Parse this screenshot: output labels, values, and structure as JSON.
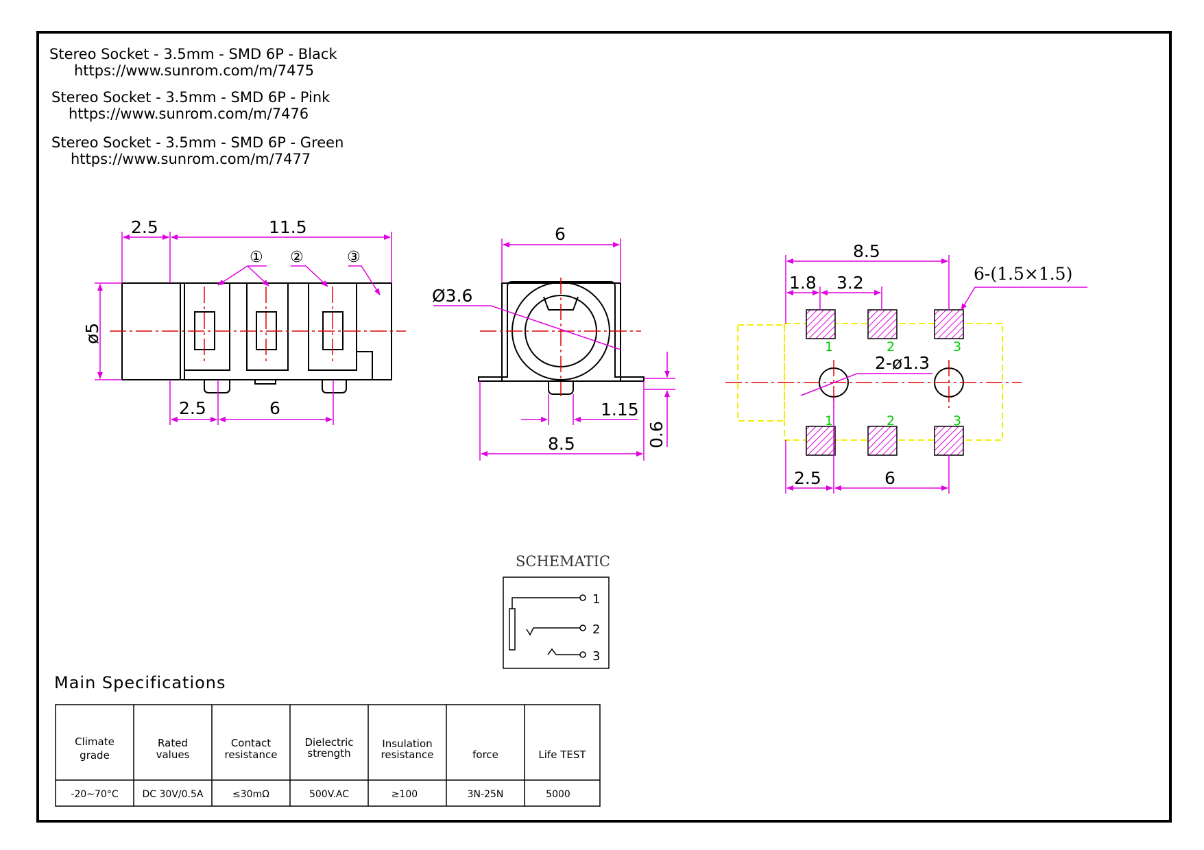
{
  "products": [
    {
      "name": "Stereo Socket - 3.5mm - SMD 6P - Black",
      "url": "https://www.sunrom.com/m/7475"
    },
    {
      "name": "Stereo Socket - 3.5mm - SMD 6P - Pink",
      "url": "https://www.sunrom.com/m/7476"
    },
    {
      "name": "Stereo Socket - 3.5mm - SMD 6P - Green",
      "url": "https://www.sunrom.com/m/7477"
    }
  ],
  "side_view": {
    "dims": {
      "left_offset": "2.5",
      "length": "11.5",
      "diameter": "ø5",
      "pin_offset": "2.5",
      "pin_pitch": "6"
    },
    "callouts": [
      "①",
      "②",
      "③"
    ]
  },
  "front_view": {
    "dims": {
      "width": "6",
      "bore": "Ø3.6",
      "foot_span": "8.5",
      "peg": "1.15",
      "standoff": "0.6"
    }
  },
  "footprint": {
    "dims": {
      "span": "8.5",
      "edge": "1.8",
      "pitch_a": "3.2",
      "pad_spec": "6-(1.5×1.5)",
      "holes": "2-ø1.3",
      "bottom_edge": "2.5",
      "bottom_pitch": "6"
    },
    "pad_numbers_top": [
      "1",
      "2",
      "3"
    ],
    "pad_numbers_bottom": [
      "1",
      "2",
      "3"
    ]
  },
  "schematic": {
    "title": "SCHEMATIC",
    "pins": [
      "1",
      "2",
      "3"
    ]
  },
  "specs": {
    "title": "Main Specifications",
    "headers": [
      [
        "Climate",
        "grade"
      ],
      [
        "Rated",
        "values"
      ],
      [
        "Contact",
        "resistance"
      ],
      [
        "Dielectric",
        "strength"
      ],
      [
        "Insulation",
        "resistance"
      ],
      [
        "force"
      ],
      [
        "Life TEST"
      ]
    ],
    "values": [
      "-20~70°C",
      "DC 30V/0.5A",
      "≤30mΩ",
      "500V.AC",
      "≥100",
      "3N-25N",
      "5000"
    ]
  },
  "colors": {
    "outline": "#000000",
    "dimension": "#e000e0",
    "centerline": "#e00000",
    "courtyard": "#f0f000",
    "pad_number": "#00cc00"
  }
}
